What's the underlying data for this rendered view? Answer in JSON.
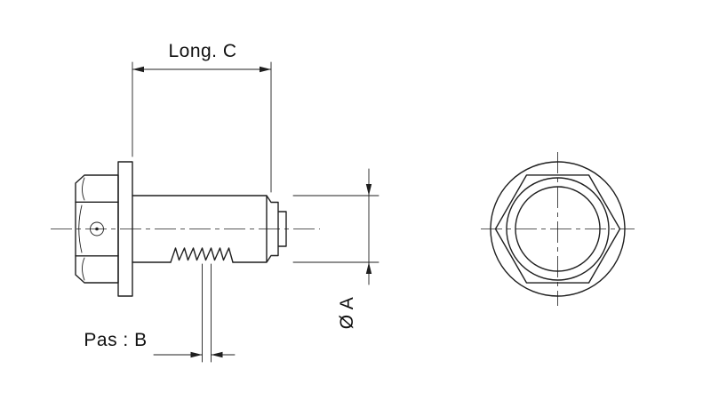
{
  "drawing": {
    "background_color": "#ffffff",
    "line_color": "#1f1f1f",
    "text_color": "#111111",
    "labels": {
      "length": "Long. C",
      "pitch": "Pas : B",
      "diameter": "Ø A"
    }
  }
}
